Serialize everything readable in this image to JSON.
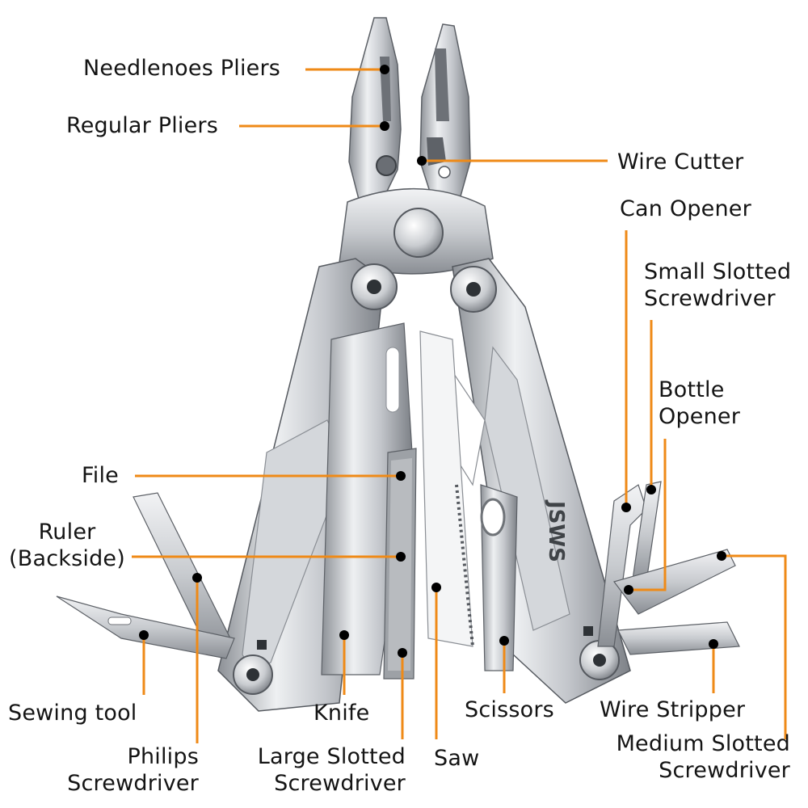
{
  "brand": "JSWS",
  "colors": {
    "leader": "#ef8a17",
    "dot": "#000000",
    "text": "#141414",
    "steel_light": "#e9eaec",
    "steel_mid": "#b9bcc1",
    "steel_dark": "#6f7378"
  },
  "labels": {
    "needlenose_pliers": "Needlenoes Pliers",
    "regular_pliers": "Regular Pliers",
    "wire_cutter": "Wire Cutter",
    "can_opener": "Can Opener",
    "small_slotted": [
      "Small Slotted",
      "Screwdriver"
    ],
    "bottle_opener": [
      "Bottle",
      "Opener"
    ],
    "file": "File",
    "ruler": [
      "Ruler",
      "(Backside)"
    ],
    "sewing_tool": "Sewing tool",
    "philips": [
      "Philips",
      "Screwdriver"
    ],
    "knife": "Knife",
    "large_slotted": [
      "Large Slotted",
      "Screwdriver"
    ],
    "saw": "Saw",
    "scissors": "Scissors",
    "wire_stripper": "Wire Stripper",
    "medium_slotted": [
      "Medium Slotted",
      "Screwdriver"
    ]
  }
}
